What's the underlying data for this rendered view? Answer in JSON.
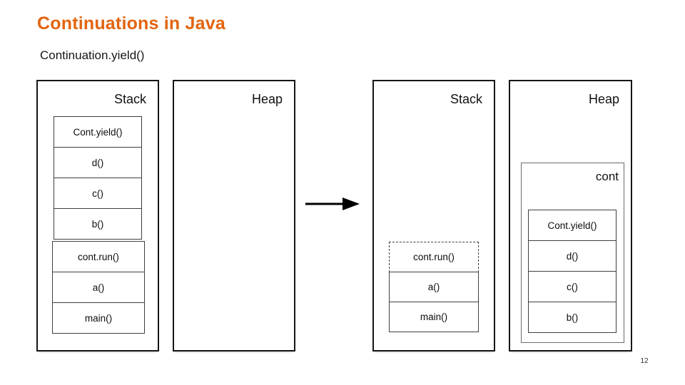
{
  "slide": {
    "title": "Continuations in Java",
    "subtitle": "Continuation.yield()",
    "page_number": "12",
    "accent_color": "#E2640F"
  },
  "before": {
    "stack": {
      "label": "Stack",
      "continuation_frames": [
        "Cont.yield()",
        "d()",
        "c()",
        "b()"
      ],
      "base_frames": [
        "cont.run()",
        "a()",
        "main()"
      ]
    },
    "heap": {
      "label": "Heap"
    }
  },
  "after": {
    "stack": {
      "label": "Stack",
      "dashed_frame": "cont.run()",
      "base_frames": [
        "a()",
        "main()"
      ]
    },
    "heap": {
      "label": "Heap",
      "cont_label": "cont",
      "cont_frames": [
        "Cont.yield()",
        "d()",
        "c()",
        "b()"
      ]
    }
  }
}
